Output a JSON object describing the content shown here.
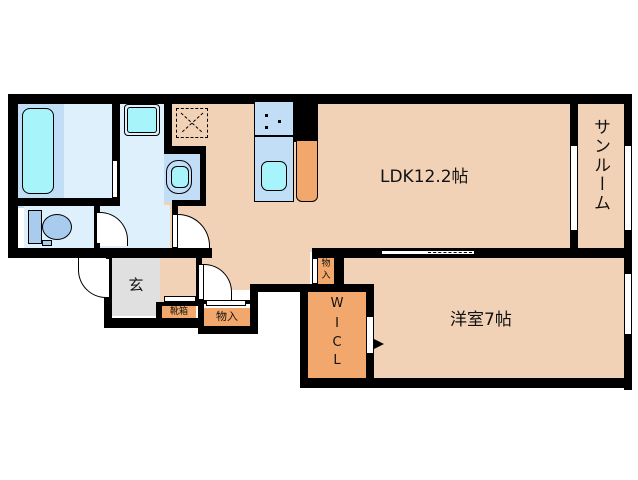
{
  "floor_plan": {
    "rooms": {
      "ldk": {
        "label": "LDK12.2帖"
      },
      "western_room": {
        "label": "洋室7帖"
      },
      "sunroom": {
        "label": "サンルーム"
      },
      "entrance": {
        "label": "玄"
      },
      "shoe_box": {
        "label": "靴箱"
      },
      "storage_hall": {
        "label": "物入"
      },
      "storage_small": {
        "label": "物入"
      },
      "wic": {
        "label": "W\nI\nC\nL",
        "lines": [
          "W",
          "I",
          "C",
          "L"
        ]
      }
    },
    "colors": {
      "wall": "#000000",
      "room_tan": "#f2d2b6",
      "wet_area_light_blue": "#dff0fd",
      "wet_area_blue": "#c2ddf6",
      "fixture_cyan": "#a8f4fb",
      "storage_orange": "#f2a86c",
      "entrance_gray": "#e0e0e0"
    }
  }
}
